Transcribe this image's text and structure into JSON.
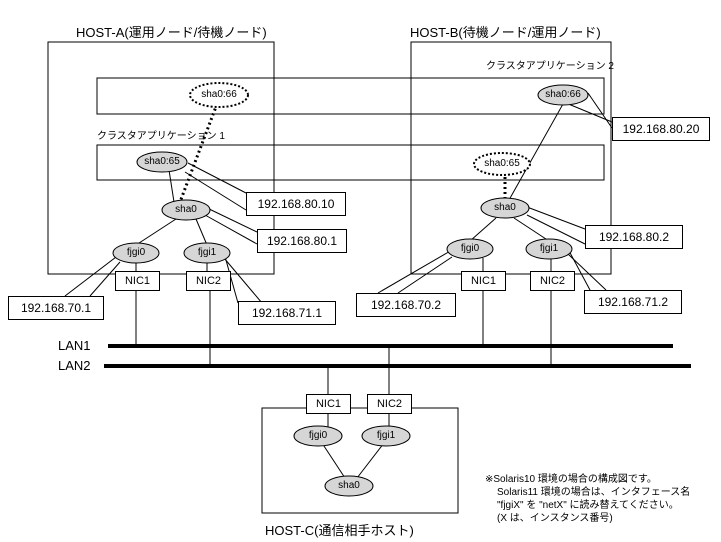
{
  "hosts": {
    "a": "HOST-A(運用ノード/待機ノード)",
    "b": "HOST-B(待機ノード/運用ノード)",
    "c": "HOST-C(通信相手ホスト)"
  },
  "apps": {
    "app1": "クラスタアプリケーション 1",
    "app2": "クラスタアプリケーション 2"
  },
  "ifaces": {
    "sha0_66": "sha0:66",
    "sha0_65": "sha0:65",
    "sha0": "sha0",
    "fjgi0": "fjgi0",
    "fjgi1": "fjgi1"
  },
  "nics": {
    "nic1": "NIC1",
    "nic2": "NIC2"
  },
  "lans": {
    "lan1": "LAN1",
    "lan2": "LAN2"
  },
  "ips": {
    "a_sha066": "192.168.80.20",
    "a_sha065": "192.168.80.10",
    "a_sha0": "192.168.80.1",
    "a_fjgi0": "192.168.70.1",
    "a_fjgi1": "192.168.71.1",
    "b_sha0": "192.168.80.2",
    "b_fjgi0": "192.168.70.2",
    "b_fjgi1": "192.168.71.2"
  },
  "note": [
    "※Solaris10 環境の場合の構成図です。",
    "Solaris11 環境の場合は、インタフェース名",
    "\"fjgiX\" を \"netX\" に読み替えてください。",
    "(X は、インスタンス番号)"
  ]
}
